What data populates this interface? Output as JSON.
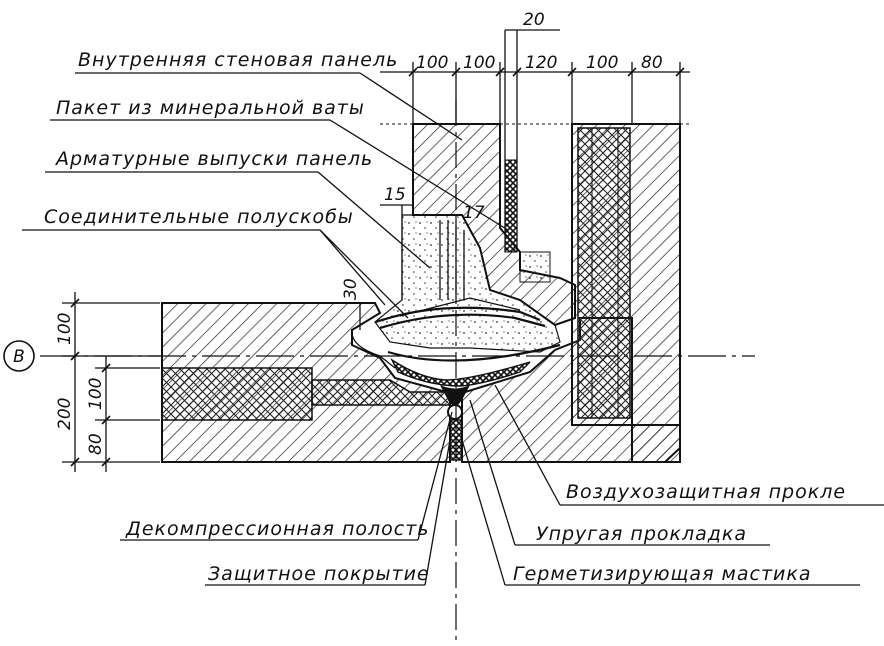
{
  "labels": {
    "inner_wall_panel": "Внутренняя стеновая панель",
    "mineral_wool": "Пакет из минеральной ваты",
    "rebar_outlets": "Арматурные выпуски панель",
    "connecting_brackets": "Соединительные полускобы",
    "air_protective_gasket": "Воздухозащитная прокле",
    "elastic_gasket": "Упругая прокладка",
    "decompression_cavity": "Декомпрессионная полость",
    "sealing_mastic": "Герметизирующая мастика",
    "protective_coating": "Защитное покрытие"
  },
  "axis_marker": "В",
  "dimensions": {
    "top_20": "20",
    "top_100a": "100",
    "top_100b": "100",
    "top_120": "120",
    "top_100c": "100",
    "top_80": "80",
    "d15": "15",
    "d17": "17",
    "d30": "30",
    "left_100": "100",
    "left_200": "200",
    "left_100b": "100",
    "left_80": "80"
  },
  "colors": {
    "ink": "#111111",
    "background": "#ffffff"
  }
}
